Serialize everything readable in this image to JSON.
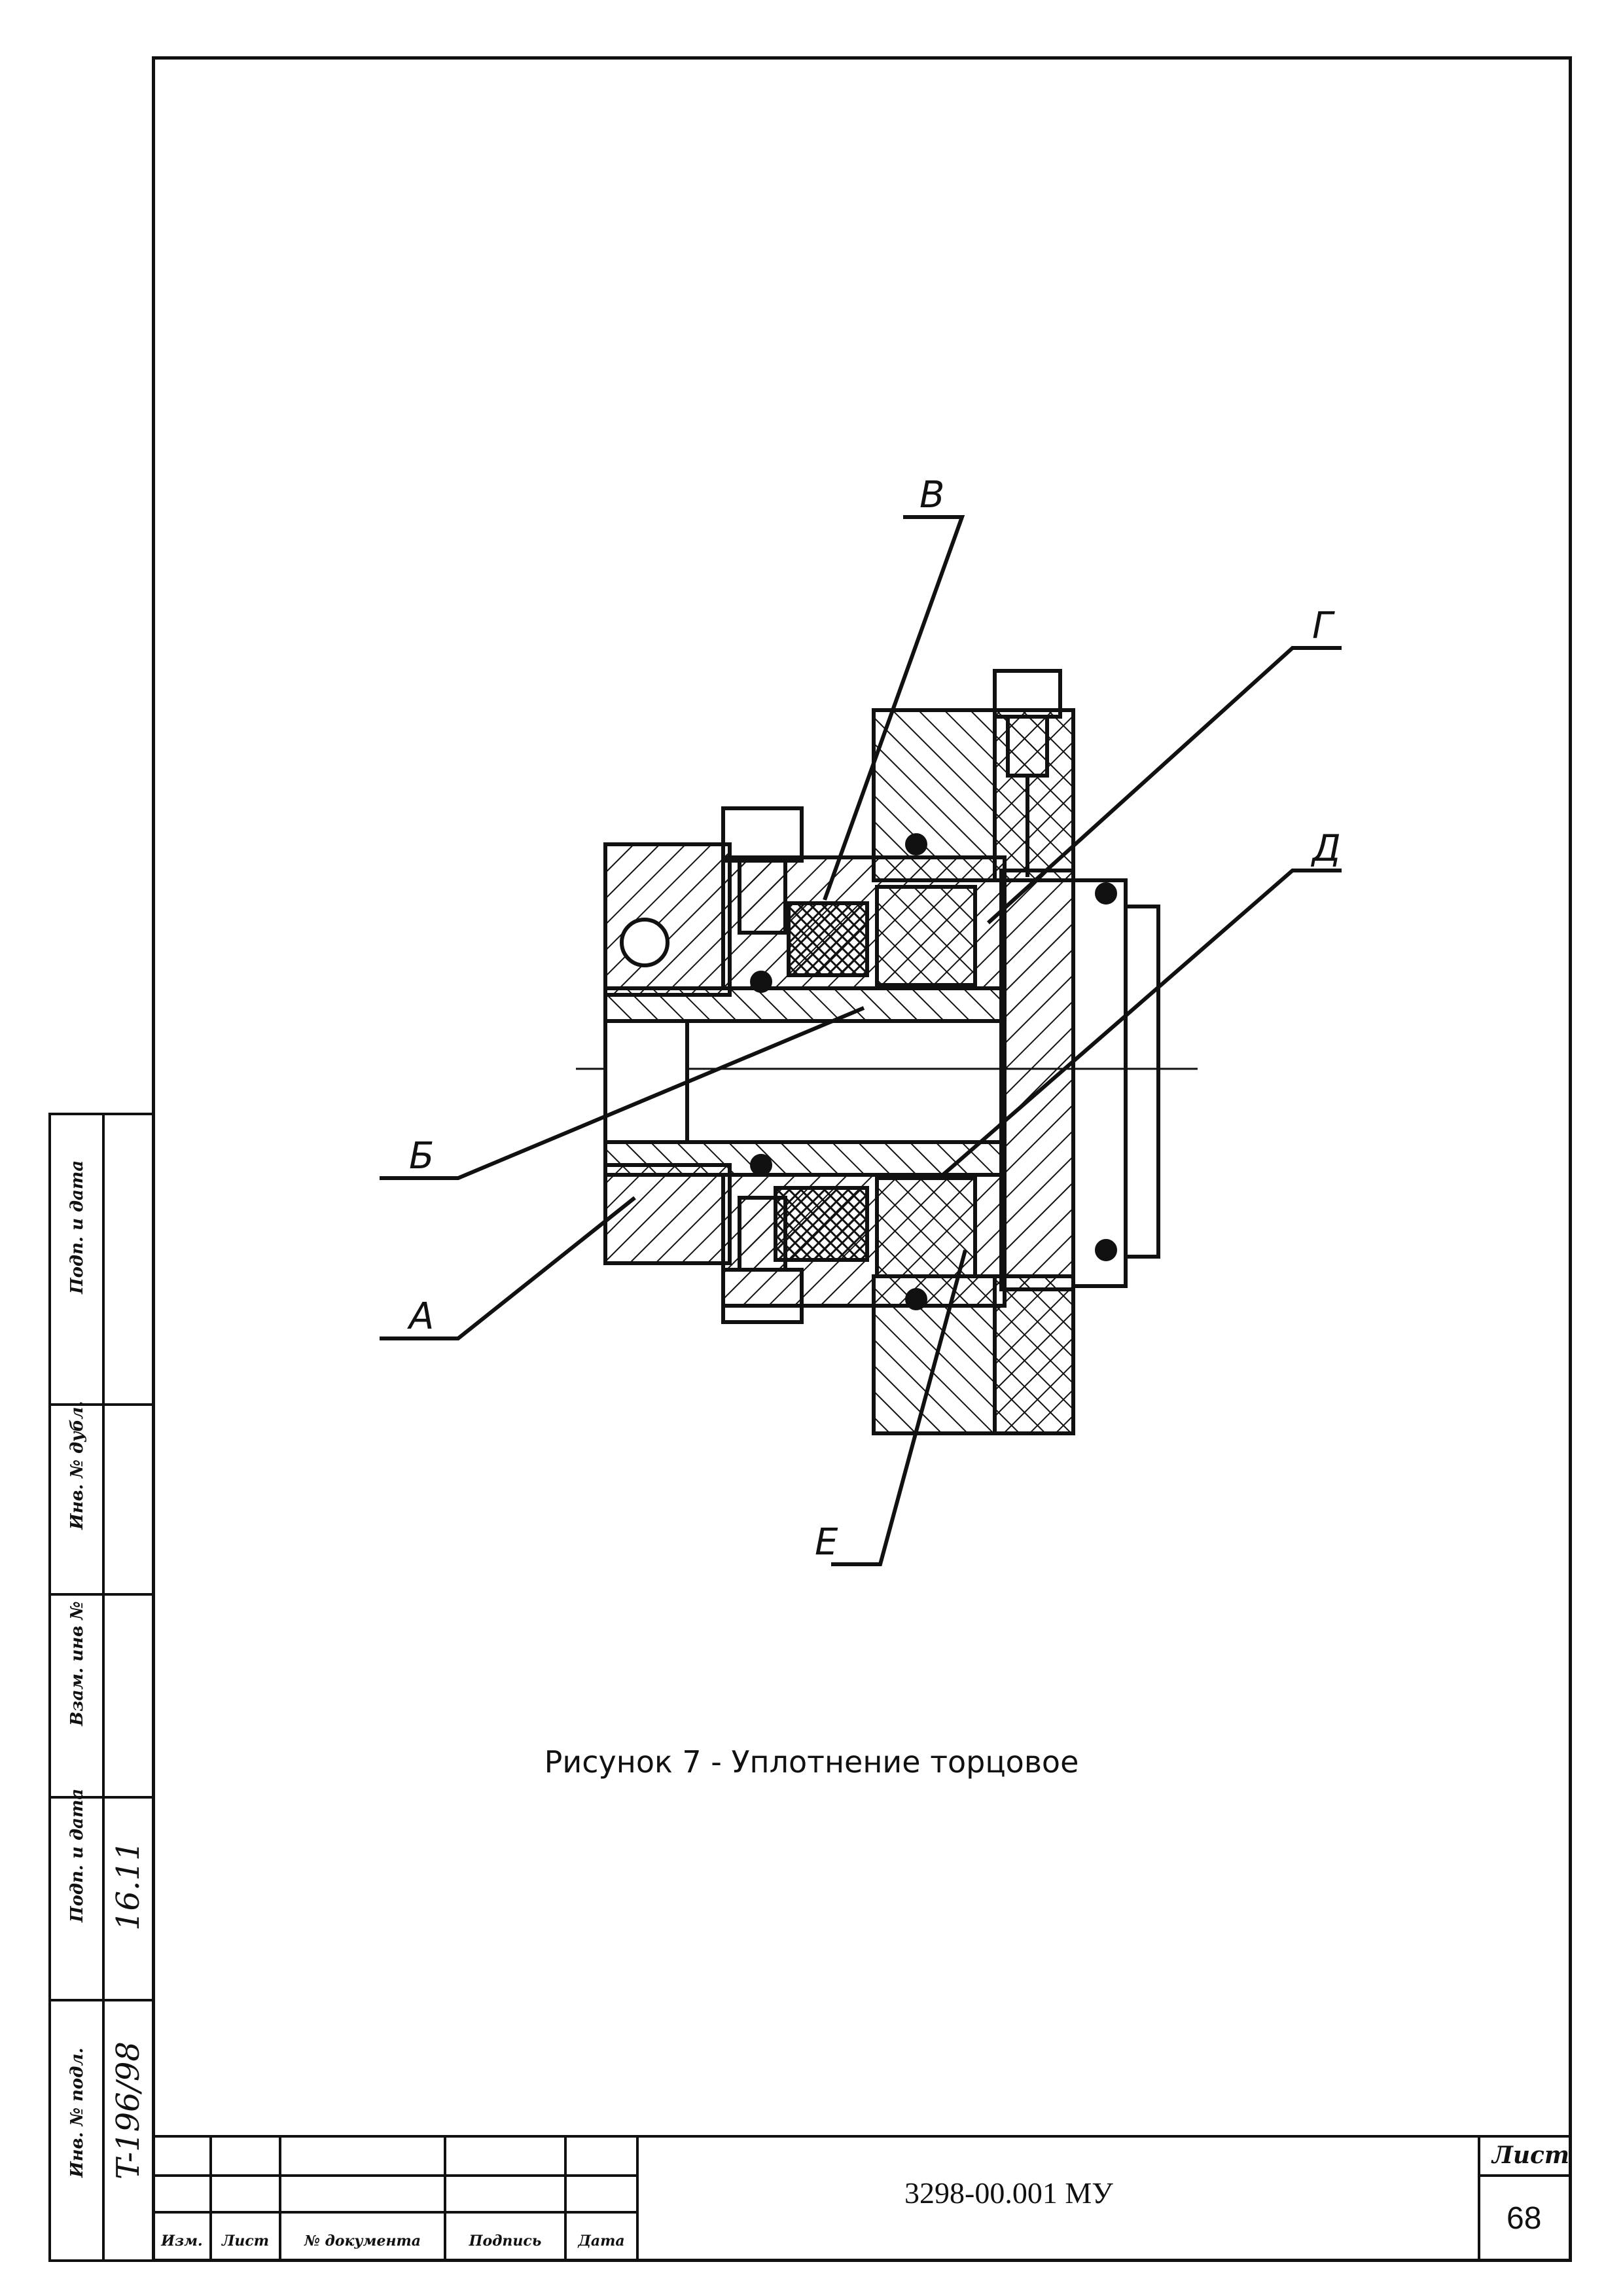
{
  "drawing": {
    "callouts": [
      "В",
      "Г",
      "Д",
      "Б",
      "А",
      "Е"
    ]
  },
  "caption": "Рисунок 7 - Уплотнение торцовое",
  "side_stamp": {
    "labels": [
      "Инв. № подл.",
      "Подп. и дата",
      "Взам. инв №",
      "Инв. № дубл.",
      "Подп. и дата"
    ],
    "values": [
      "T-196/98",
      "16.11"
    ]
  },
  "title_block": {
    "headers": [
      "Изм.",
      "Лист",
      "№ документа",
      "Подпись",
      "Дата"
    ],
    "doc_number": "3298-00.001 МУ",
    "sheet_label": "Лист",
    "sheet_number": "68"
  }
}
